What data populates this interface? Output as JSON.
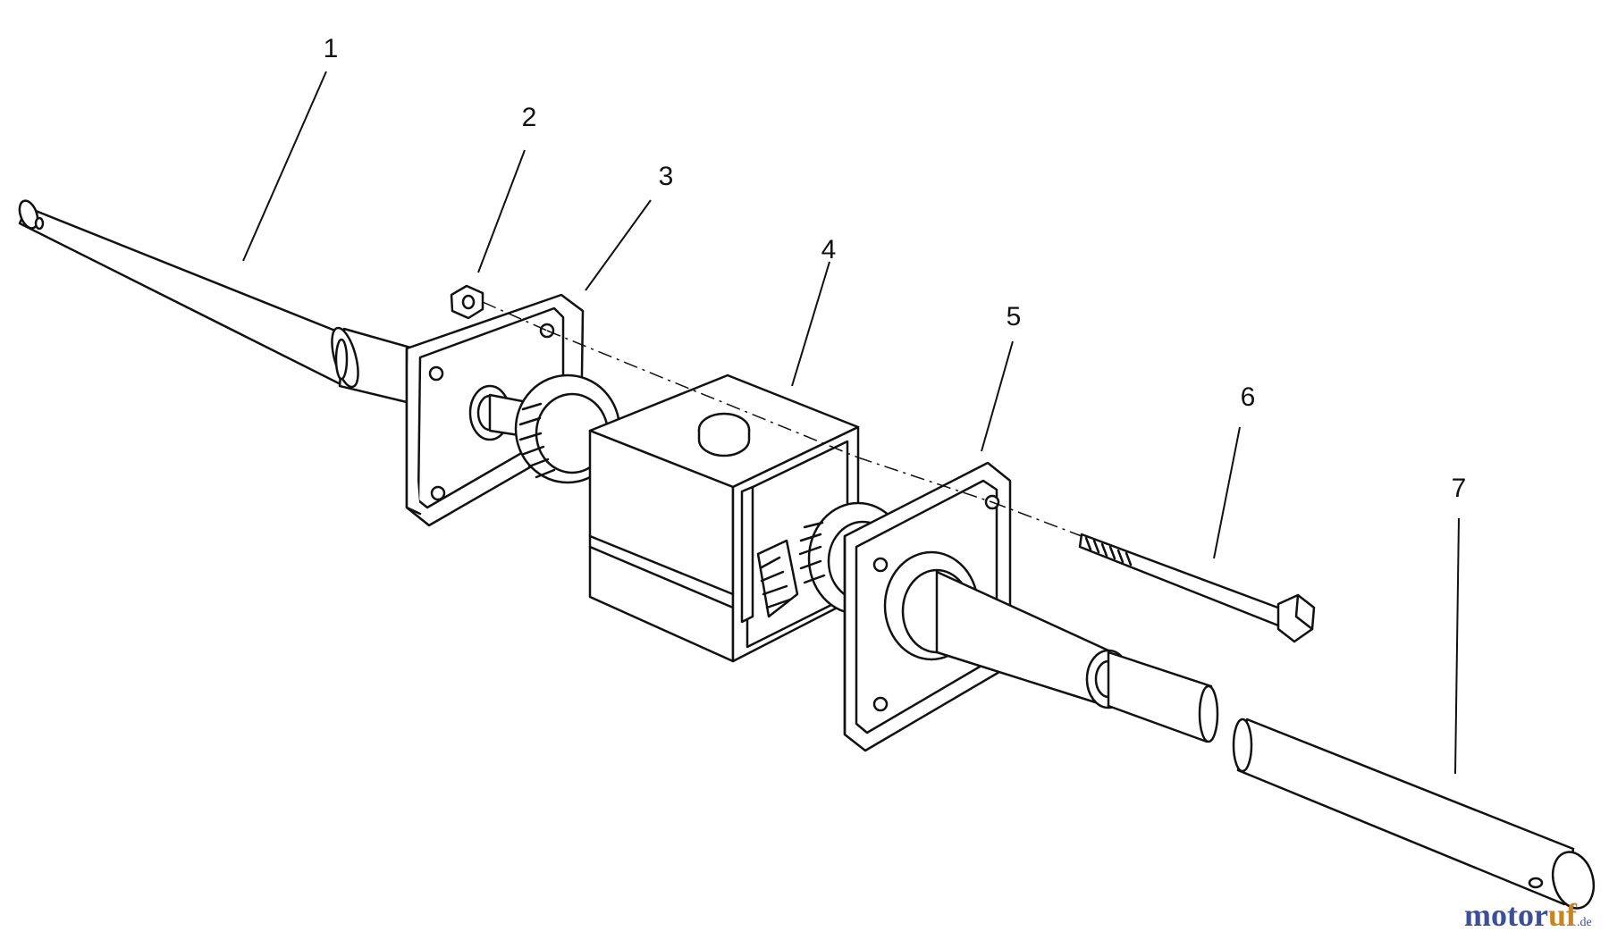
{
  "callouts": [
    {
      "label": "1"
    },
    {
      "label": "2"
    },
    {
      "label": "3"
    },
    {
      "label": "4"
    },
    {
      "label": "5"
    },
    {
      "label": "6"
    },
    {
      "label": "7"
    }
  ],
  "watermark": {
    "part_a": "motor",
    "part_b": "uf",
    "suffix": ".de"
  },
  "colors": {
    "ink": "#111111",
    "paper": "#ffffff",
    "watermark_blue": "#3d4f9a",
    "watermark_orange": "#c8841e"
  }
}
